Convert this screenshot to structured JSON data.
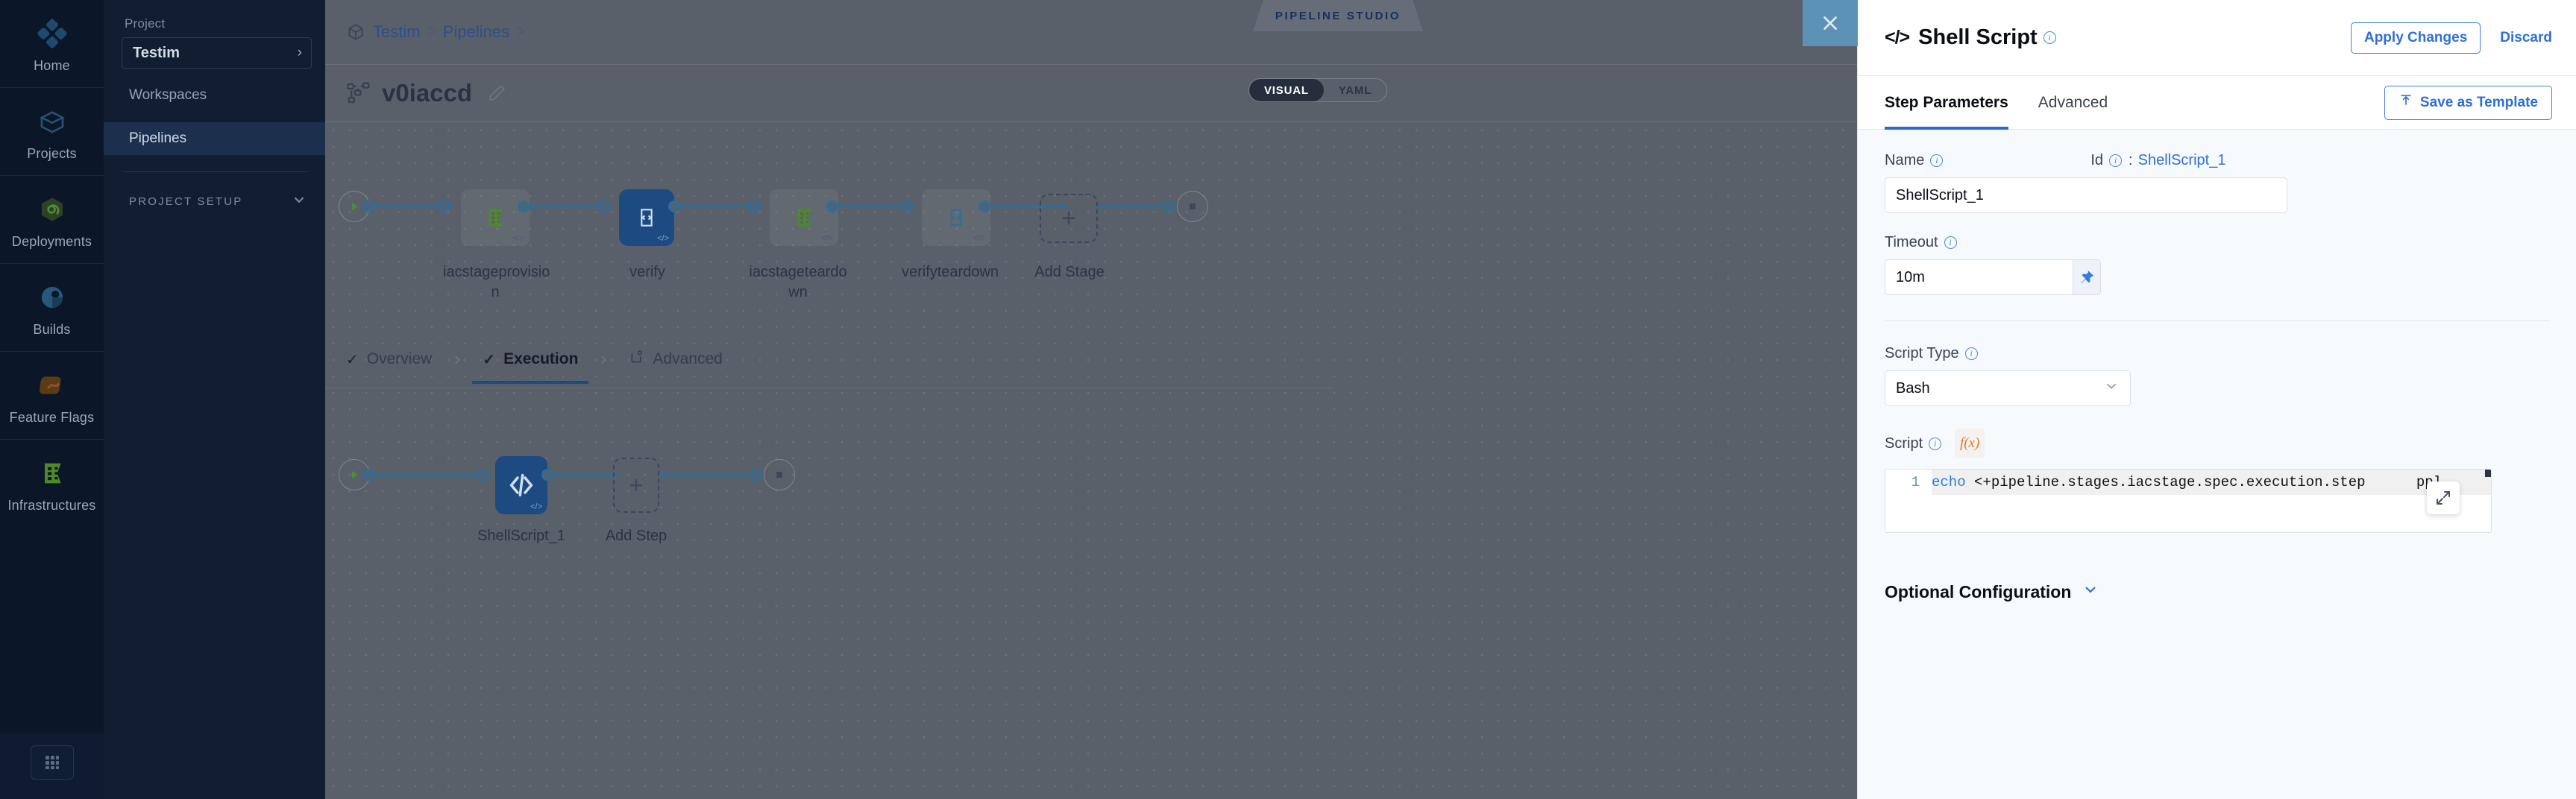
{
  "rail": {
    "items": [
      {
        "label": "Home",
        "icon": "home-diamond-icon"
      },
      {
        "label": "Projects",
        "icon": "projects-box-icon"
      },
      {
        "label": "Deployments",
        "icon": "deployments-infinity-icon"
      },
      {
        "label": "Builds",
        "icon": "builds-pie-icon"
      },
      {
        "label": "Feature Flags",
        "icon": "feature-flags-icon"
      },
      {
        "label": "Infrastructures",
        "icon": "infrastructures-icon"
      }
    ],
    "grid_icon": "grid-apps-icon"
  },
  "project_nav": {
    "section_label": "Project",
    "project_name": "Testim",
    "items": [
      {
        "label": "Workspaces",
        "active": false
      },
      {
        "label": "Pipelines",
        "active": true
      }
    ],
    "setup_label": "PROJECT SETUP"
  },
  "breadcrumb": {
    "icon": "cube-icon",
    "items": [
      "Testim",
      "Pipelines"
    ],
    "separator": ">"
  },
  "studio_badge": "PIPELINE STUDIO",
  "pipeline": {
    "icon": "pipeline-nodes-icon",
    "name": "v0iaccd",
    "edit_icon": "pencil-icon",
    "view_toggle": {
      "visual": "VISUAL",
      "yaml": "YAML",
      "selected": "VISUAL"
    }
  },
  "stages": [
    {
      "name": "iacstageprovisio\nn",
      "type": "infra",
      "selected": false
    },
    {
      "name": "verify",
      "type": "code",
      "selected": true
    },
    {
      "name": "iacstageteardo\nwn",
      "type": "infra",
      "selected": false
    },
    {
      "name": "verifyteardown",
      "type": "code",
      "selected": false
    }
  ],
  "add_stage_label": "Add Stage",
  "stage_tabs": [
    {
      "label": "Overview",
      "icon": "check-icon",
      "active": false
    },
    {
      "label": "Execution",
      "icon": "check-icon",
      "active": true
    },
    {
      "label": "Advanced",
      "icon": "advanced-gear-icon",
      "active": false
    }
  ],
  "steps": [
    {
      "name": "ShellScript_1",
      "icon": "code-brackets-icon",
      "selected": true
    }
  ],
  "add_step_label": "Add Step",
  "panel": {
    "close_icon": "close-icon",
    "title": "Shell Script",
    "title_icon": "code-brackets-icon",
    "apply_label": "Apply Changes",
    "discard_label": "Discard",
    "tabs": [
      {
        "label": "Step Parameters",
        "active": true
      },
      {
        "label": "Advanced",
        "active": false
      }
    ],
    "save_template_label": "Save as Template",
    "save_template_icon": "upload-template-icon",
    "name_label": "Name",
    "name_value": "ShellScript_1",
    "id_label": "Id",
    "id_separator": ":",
    "id_value": "ShellScript_1",
    "timeout_label": "Timeout",
    "timeout_value": "10m",
    "pin_icon": "pin-icon",
    "script_type_label": "Script Type",
    "script_type_value": "Bash",
    "script_type_chevron": "chevron-down-icon",
    "script_label": "Script",
    "fx_label": "f(x)",
    "script_line_number": "1",
    "script_keyword": "echo",
    "script_body": " <+pipeline.stages.iacstage.spec.execution.step      ppl",
    "expand_icon": "expand-fullscreen-icon",
    "optional_config_label": "Optional Configuration",
    "optional_config_chevron": "chevron-down-icon"
  },
  "colors": {
    "accent_blue": "#2f6fd6",
    "node_blue": "#1d4a80",
    "wire_blue": "#2a6f9e",
    "canvas_bg": "#5a6069",
    "rail_bg": "#0b1628",
    "panel_bg": "#f7fafd"
  }
}
